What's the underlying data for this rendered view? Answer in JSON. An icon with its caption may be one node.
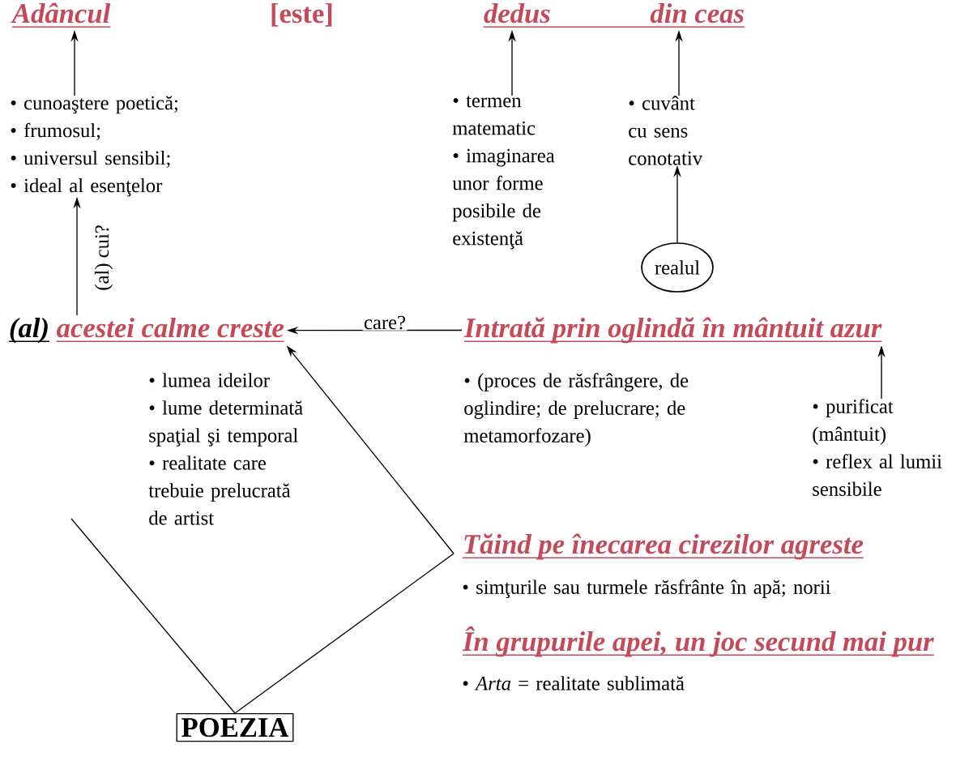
{
  "diagram": {
    "nodes": [
      {
        "text": [
          "Adâncul"
        ]
      },
      {
        "text": [
          "[este]"
        ]
      },
      {
        "text": [
          "dedus",
          "din ceas"
        ]
      },
      {
        "text": [
          "• cunoaştere poetică;",
          "• frumosul;",
          "• universul sensibil;",
          "• ideal al esenţelor"
        ]
      },
      {
        "text": [
          "• termen matematic",
          "• imaginarea unor forme posibile de existenţă"
        ]
      },
      {
        "text": [
          "• cuvânt cu sens conotativ"
        ]
      },
      {
        "text": [
          "realul"
        ]
      },
      {
        "text": [
          "(al)",
          "acestei calme creste"
        ]
      },
      {
        "text": [
          "Intrată prin oglindă în mântuit azur"
        ]
      },
      {
        "text": [
          "• (proces de răsfrângere, de oglindire; de prelucrare; de metamorfozare)"
        ]
      },
      {
        "text": [
          "• purificat (mântuit)",
          "• reflex al lumii sensibile"
        ]
      },
      {
        "text": [
          "• lumea ideilor",
          "• lume determinată spaţial şi temporal",
          "• realitate care trebuie prelucrată de artist"
        ]
      },
      {
        "text": [
          "Tăind pe înecarea cirezilor agreste"
        ]
      },
      {
        "text": [
          "• simţurile sau turmele răsfrânte în apă; norii"
        ]
      },
      {
        "text": [
          "În grupurile apei, un joc secund mai pur"
        ]
      },
      {
        "text": [
          "• *Arta* = realitate sublimată"
        ]
      },
      {
        "text": [
          "POEZIA"
        ]
      }
    ],
    "edges": [
      {
        "from": 3,
        "to": 0,
        "arrow": "to"
      },
      {
        "from": 4,
        "to": 2,
        "arrow": "to"
      },
      {
        "from": 5,
        "to": 2,
        "arrow": "to"
      },
      {
        "from": 6,
        "to": 5,
        "arrow": "to"
      },
      {
        "from": 7,
        "to": 3,
        "arrow": "to",
        "label": "(al) cui?"
      },
      {
        "from": 8,
        "to": 7,
        "arrow": "to",
        "label": "care?"
      },
      {
        "from": 10,
        "to": 8,
        "arrow": "to"
      },
      {
        "from": 12,
        "to": 7,
        "arrow": "to"
      },
      {
        "from": 16,
        "to": 12,
        "arrow": "none"
      },
      {
        "from": 16,
        "to": null,
        "arrow": "none"
      }
    ]
  }
}
